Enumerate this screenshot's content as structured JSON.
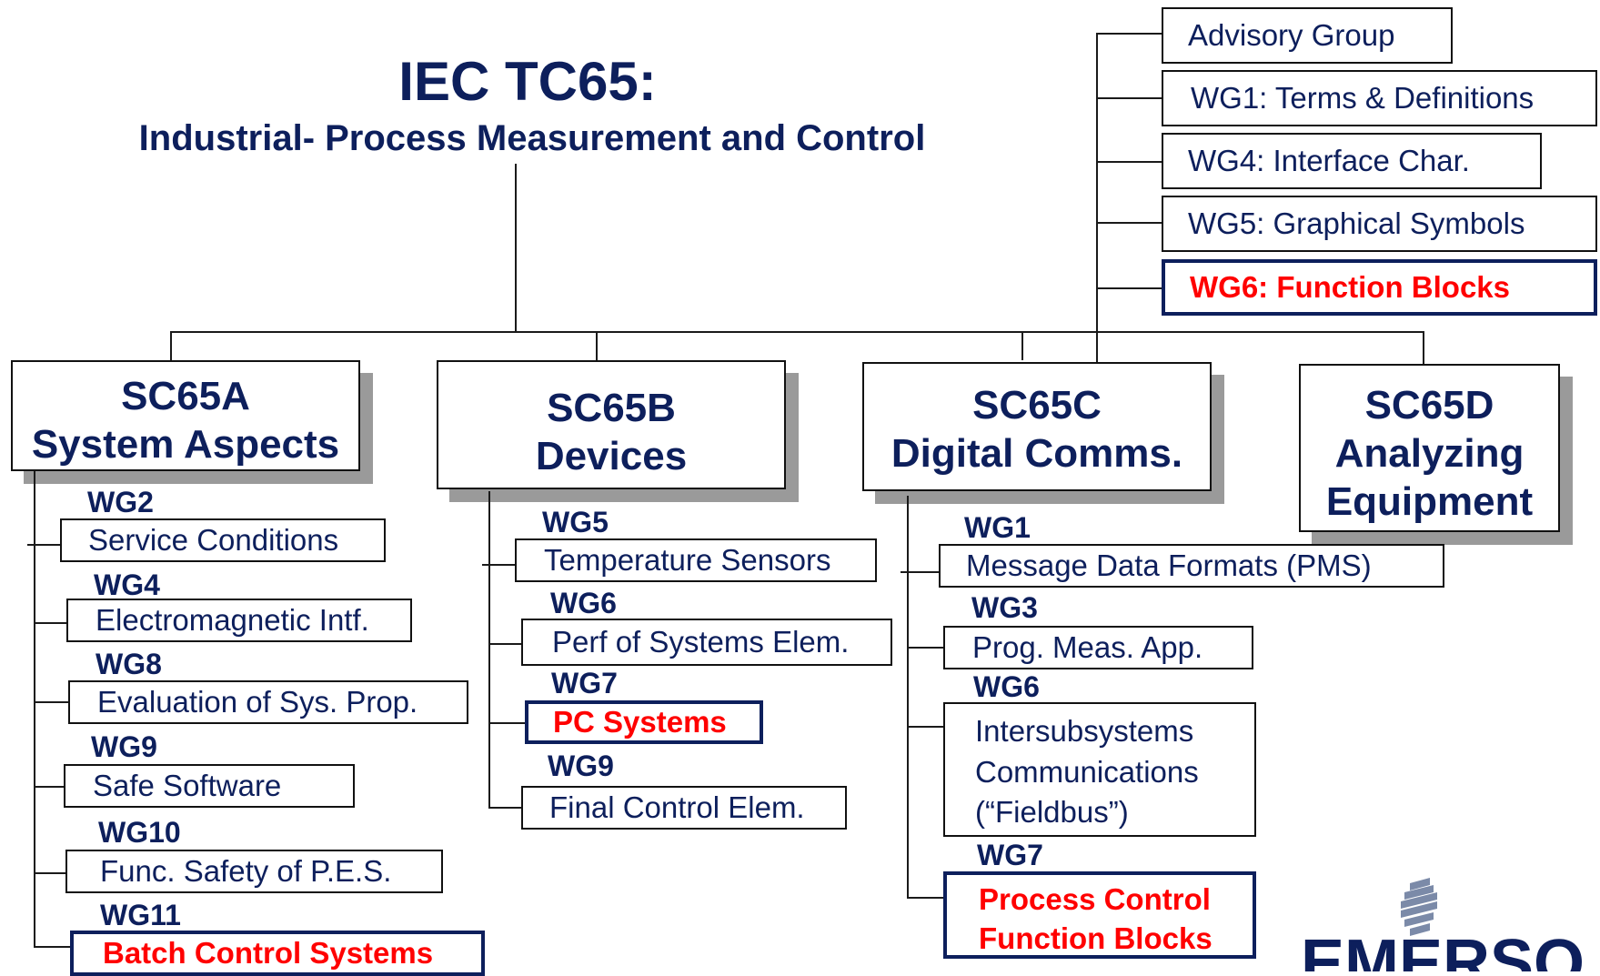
{
  "title": "IEC TC65:",
  "subtitle": "Industrial- Process Measurement and Control",
  "top_groups": [
    {
      "label": "Advisory Group",
      "highlight": false
    },
    {
      "label": "WG1: Terms & Definitions",
      "highlight": false
    },
    {
      "label": "WG4: Interface Char.",
      "highlight": false
    },
    {
      "label": "WG5: Graphical Symbols",
      "highlight": false
    },
    {
      "label": "WG6: Function Blocks",
      "highlight": true
    }
  ],
  "subcommittees": [
    {
      "code": "SC65A",
      "name": "System Aspects",
      "wgs": [
        {
          "id": "WG2",
          "label": "Service Conditions",
          "highlight": false
        },
        {
          "id": "WG4",
          "label": "Electromagnetic Intf.",
          "highlight": false
        },
        {
          "id": "WG8",
          "label": "Evaluation of Sys. Prop.",
          "highlight": false
        },
        {
          "id": "WG9",
          "label": "Safe Software",
          "highlight": false
        },
        {
          "id": "WG10",
          "label": "Func. Safety of P.E.S.",
          "highlight": false
        },
        {
          "id": "WG11",
          "label": "Batch Control Systems",
          "highlight": true
        }
      ]
    },
    {
      "code": "SC65B",
      "name": "Devices",
      "wgs": [
        {
          "id": "WG5",
          "label": "Temperature Sensors",
          "highlight": false
        },
        {
          "id": "WG6",
          "label": "Perf of Systems Elem.",
          "highlight": false
        },
        {
          "id": "WG7",
          "label": "PC Systems",
          "highlight": true
        },
        {
          "id": "WG9",
          "label": "Final Control Elem.",
          "highlight": false
        }
      ]
    },
    {
      "code": "SC65C",
      "name": "Digital Comms.",
      "wgs": [
        {
          "id": "WG1",
          "label": "Message Data Formats (PMS)",
          "highlight": false
        },
        {
          "id": "WG3",
          "label": "Prog. Meas. App.",
          "highlight": false
        },
        {
          "id": "WG6",
          "label_lines": [
            "Intersubsystems",
            "Communications",
            "(“Fieldbus”)"
          ],
          "highlight": false
        },
        {
          "id": "WG7",
          "label_lines": [
            "Process Control",
            "Function Blocks"
          ],
          "highlight": true
        }
      ]
    },
    {
      "code": "SC65D",
      "name_lines": [
        "Analyzing",
        "Equipment"
      ],
      "wgs": []
    }
  ],
  "logo_text": "EMERSON",
  "colors": {
    "navy": "#0d1f5c",
    "highlight_red": "#ff0000",
    "shadow": "#9a9a9a"
  }
}
